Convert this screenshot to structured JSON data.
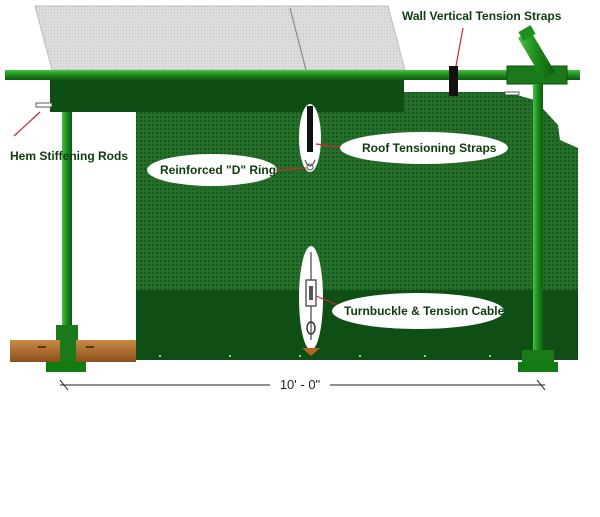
{
  "labels": {
    "wall_vertical_straps": "Wall Vertical Tension Straps",
    "hem_stiffening_rods": "Hem Stiffening Rods",
    "roof_tensioning_straps": "Roof Tensioning Straps",
    "reinforced_d_ring": "Reinforced \"D\" Ring",
    "turnbuckle_cable": "Turnbuckle & Tension Cable"
  },
  "dimension": {
    "width_label": "10' - 0\""
  },
  "colors": {
    "frame_green": "#1a7a1a",
    "frame_highlight": "#3fbf3f",
    "panel_dark_green": "#0e4d14",
    "mesh_green": "#1f6b25",
    "roof_gray": "#d9d9d9",
    "wood_brown": "#a5642a",
    "callout_red": "#cc2a2a"
  }
}
